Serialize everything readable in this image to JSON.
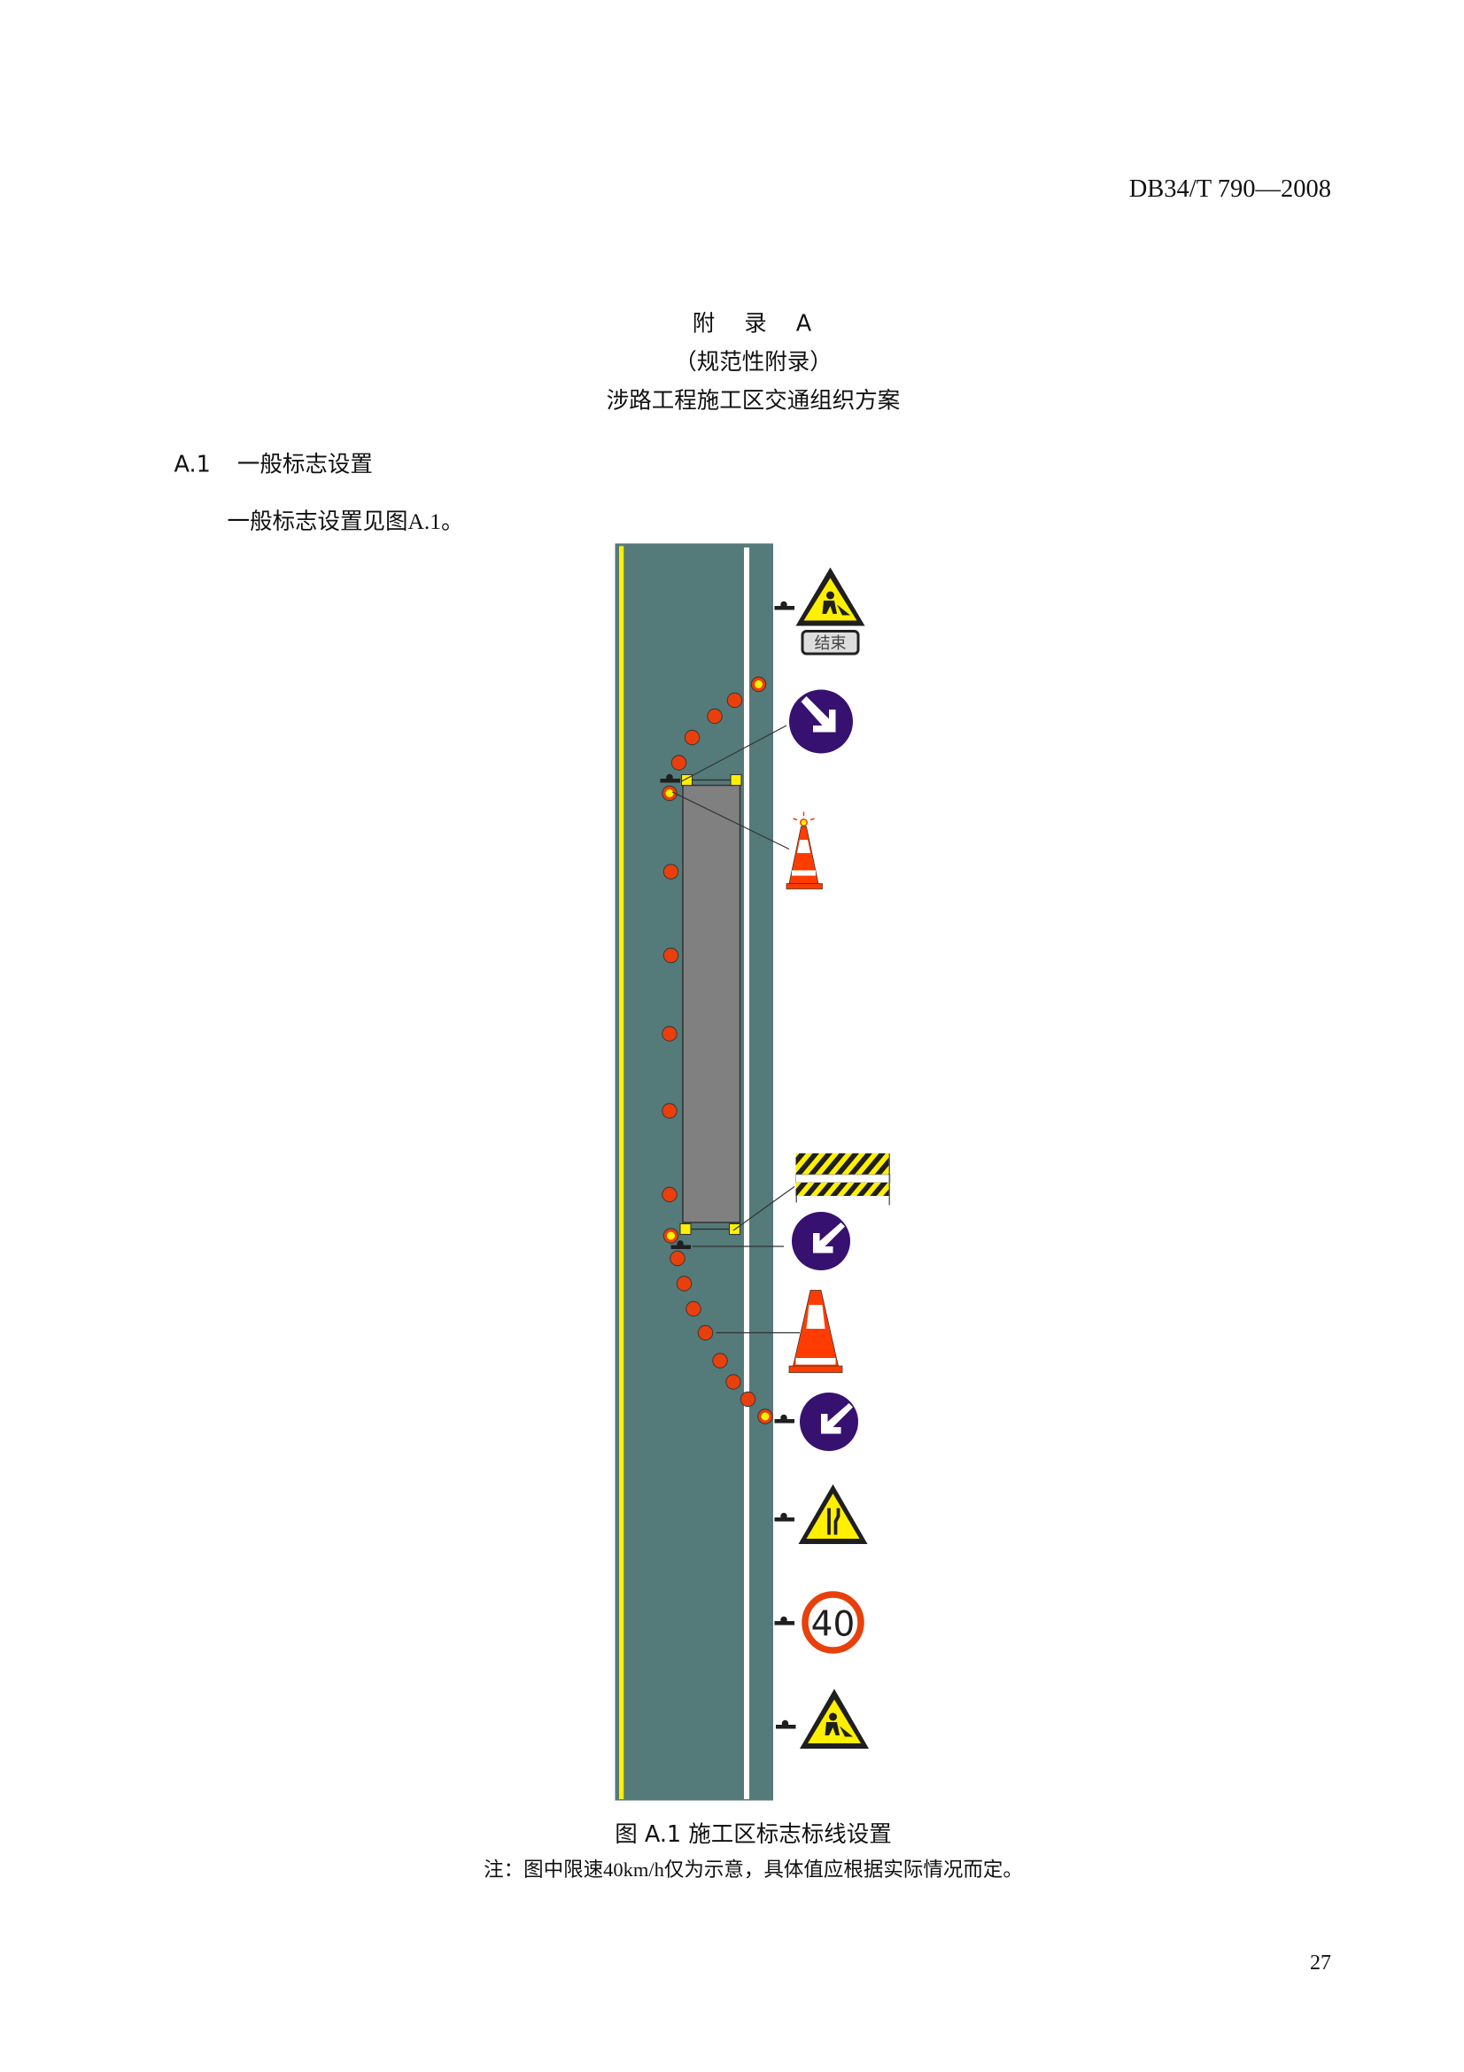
{
  "header": {
    "doc_code": "DB34/T 790—2008"
  },
  "appendix": {
    "label_parts": [
      "附",
      "录",
      "A"
    ],
    "type": "（规范性附录）",
    "title": "涉路工程施工区交通组织方案"
  },
  "section": {
    "number": "A.1",
    "title": "一般标志设置"
  },
  "paragraph": "一般标志设置见图A.1。",
  "figure": {
    "end_plate_text": "结束",
    "speed_limit": "40",
    "caption": "图  A.1 施工区标志标线设置",
    "note": "注：图中限速40km/h仅为示意，具体值应根据实际情况而定。",
    "colors": {
      "road": "#557a7a",
      "cone": "#e8400c",
      "sign_blue": "#371170",
      "warning_yellow": "#ffef00",
      "work_area": "#808080"
    }
  },
  "page_number": "27"
}
